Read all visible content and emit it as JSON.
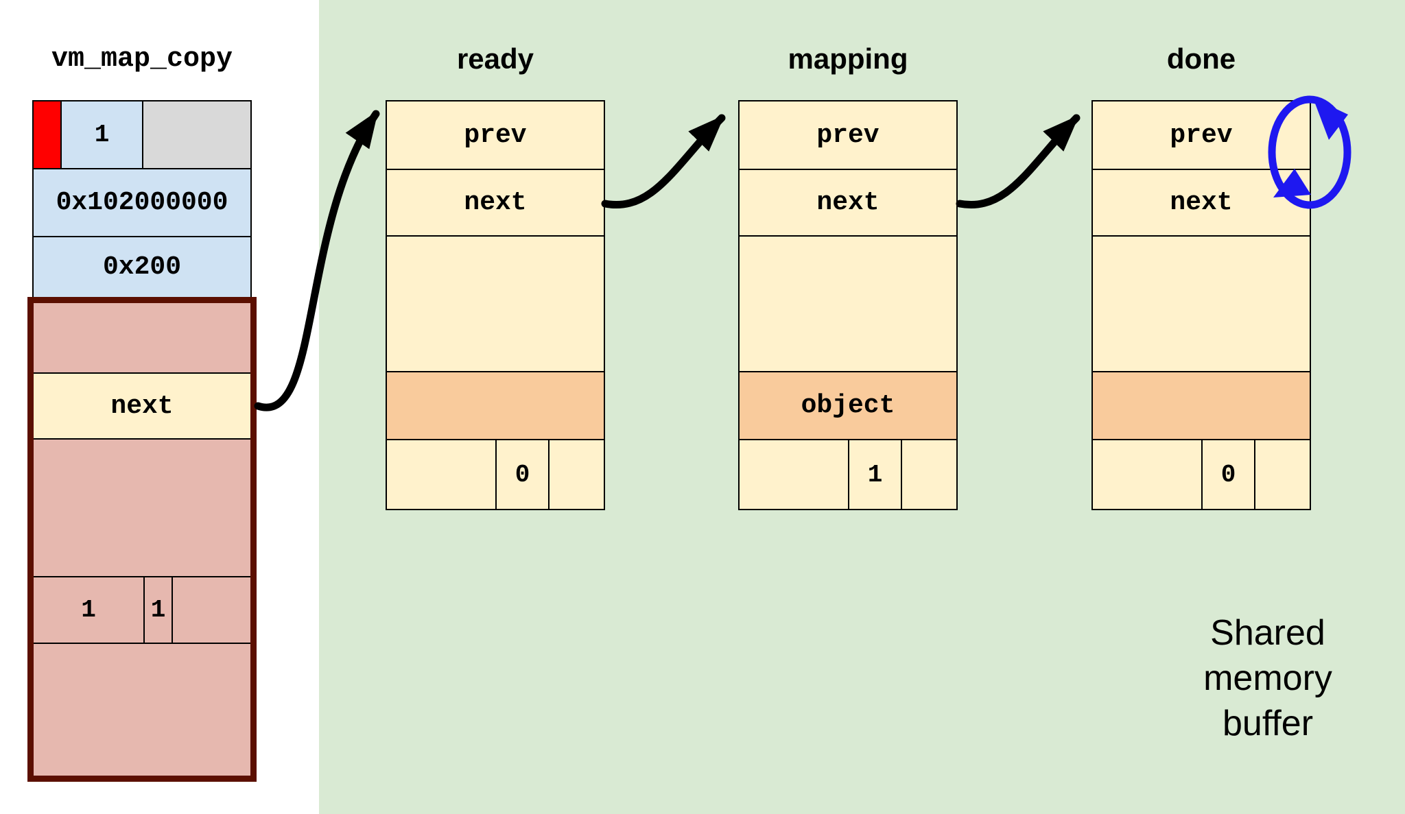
{
  "colors": {
    "shared_region": "#d9ead3",
    "node_fill": "#fff2cc",
    "object_fill": "#f9cb9c",
    "entry_fill": "#e6b8af",
    "entry_border": "#5b0f00",
    "table_fill": "#cfe2f3",
    "gray_fill": "#d9d9d9",
    "red_flag": "#ff0000",
    "arrow_black": "#000000",
    "loop_blue": "#1e18f0"
  },
  "vm_map_copy": {
    "title": "vm_map_copy",
    "row1_value": "1",
    "row2_value": "0x102000000",
    "row3_value": "0x200",
    "entry": {
      "next_label": "next",
      "split_left": "1",
      "split_mid": "1"
    }
  },
  "nodes": [
    {
      "title": "ready",
      "prev_label": "prev",
      "next_label": "next",
      "object_label": "",
      "footer_mid": "0"
    },
    {
      "title": "mapping",
      "prev_label": "prev",
      "next_label": "next",
      "object_label": "object",
      "footer_mid": "1"
    },
    {
      "title": "done",
      "prev_label": "prev",
      "next_label": "next",
      "object_label": "",
      "footer_mid": "0"
    }
  ],
  "caption": {
    "line1": "Shared",
    "line2": "memory",
    "line3": "buffer"
  }
}
